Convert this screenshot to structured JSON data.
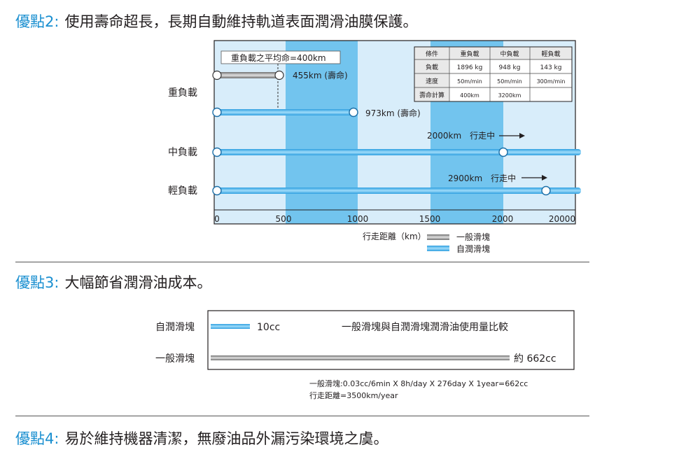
{
  "sections": [
    {
      "prefix": "優點",
      "num": "2",
      "colon": ":",
      "text": "使用壽命超長，長期自動維持軌道表面潤滑油膜保護。"
    },
    {
      "prefix": "優點",
      "num": "3",
      "colon": ":",
      "text": "大幅節省潤滑油成本。"
    },
    {
      "prefix": "優點",
      "num": "4",
      "colon": ":",
      "text": "易於維持機器清潔，無廢油品外漏污染環境之虞。"
    }
  ],
  "colors": {
    "accent": "#1a8fd0",
    "light_blue": "#d6ecfa",
    "mid_blue": "#6ec3ee",
    "gray_bar": "#9a9a9a"
  },
  "chart_data": [
    {
      "type": "bar",
      "orientation": "horizontal",
      "categories": [
        "重負載",
        "中負載",
        "輕負載"
      ],
      "x_ticks": [
        "0",
        "500",
        "1000",
        "1500",
        "2000",
        "20000"
      ],
      "xlabel": "行走距離（km）",
      "legend": [
        {
          "name": "一般滑塊",
          "color": "#9a9a9a"
        },
        {
          "name": "自潤滑塊",
          "color": "#5bb8ea"
        }
      ],
      "series": [
        {
          "category": "重負載",
          "type": "一般滑塊",
          "value": 455,
          "label": "455km (壽命)",
          "ongoing": false
        },
        {
          "category": "重負載",
          "type": "自潤滑塊",
          "value": 973,
          "label": "973km (壽命)",
          "ongoing": false
        },
        {
          "category": "中負載",
          "type": "自潤滑塊",
          "value": 2000,
          "label": "2000km　行走中",
          "ongoing": true
        },
        {
          "category": "輕負載",
          "type": "自潤滑塊",
          "value": 2900,
          "label": "2900km　行走中",
          "ongoing": true
        }
      ],
      "reference_line": {
        "value": 400,
        "label": "重負載之平均命=400km"
      },
      "table": {
        "headers": [
          "條件",
          "重負載",
          "中負載",
          "輕負載"
        ],
        "rows": [
          [
            "負載",
            "1896 kg",
            "948 kg",
            "143 kg"
          ],
          [
            "速度",
            "50m/min",
            "50m/min",
            "300m/min"
          ],
          [
            "壽命計算",
            "400km",
            "3200km",
            ""
          ]
        ]
      }
    },
    {
      "type": "bar",
      "orientation": "horizontal",
      "title": "一般滑塊與自潤滑塊潤滑油使用量比較",
      "categories": [
        "自潤滑塊",
        "一般滑塊"
      ],
      "values": [
        10,
        662
      ],
      "value_labels": [
        "10cc",
        "約 662cc"
      ],
      "unit": "cc",
      "notes": [
        "一般滑塊:0.03cc/6min X 8h/day X 276day X 1year=662cc",
        "行走距離=3500km/year"
      ]
    }
  ]
}
